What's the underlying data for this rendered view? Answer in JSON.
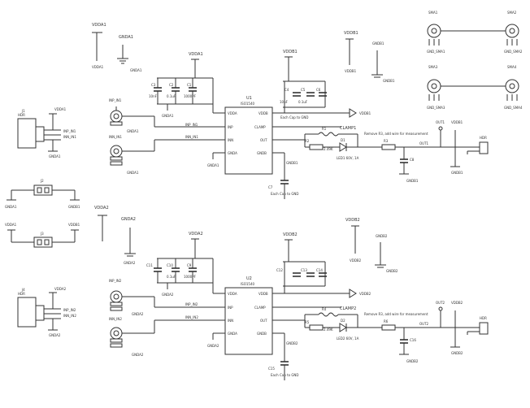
{
  "top": {
    "power": {
      "vdda1": "VDDA1",
      "gnda1": "GNDA1",
      "vddb1": "VDDB1",
      "gndb1": "GNDB1"
    },
    "ic": {
      "ref": "U1",
      "part": "ISO1540",
      "pins": [
        "VDDA",
        "INP",
        "INN",
        "GNDA",
        "VDDB",
        "CLAMP",
        "OUT",
        "GNDB"
      ]
    },
    "caps": {
      "c3": "C3",
      "c3v": "10nF",
      "c2": "C2",
      "c2v": "0.1uF",
      "c1": "C1",
      "c1v": "1000PF",
      "c4": "C4",
      "c5": "C5",
      "c6": "C6",
      "c6v": "10uF",
      "c7": "C7",
      "c8": "C8",
      "c8v": "0.1uF"
    },
    "resistors": {
      "r1": "R1",
      "r1v": "2.49K",
      "r2": "R2",
      "r3": "R3"
    },
    "diode": {
      "ref": "D1",
      "val": "LED1 60V, 1A"
    },
    "nets": {
      "inp": "INP_IN1",
      "inn": "INN_IN1",
      "diff_p": "INP_IN1",
      "diff_n": "INN_IN1",
      "clamp": "CLAMP1",
      "out": "OUT1"
    },
    "notes": {
      "note1": "Remove R3, add wire for measurement",
      "note2": "Each Cap to GND"
    },
    "header": {
      "ref": "J1",
      "label": "HDR"
    },
    "testpoints": {
      "tp1": "OUT1",
      "tp2": "VDDB1"
    }
  },
  "bottom": {
    "power": {
      "vdda2": "VDDA2",
      "gnda2": "GNDA2",
      "vddb2": "VDDB2",
      "gndb2": "GNDB2"
    },
    "ic": {
      "ref": "U2",
      "part": "ISO1540",
      "pins": [
        "VDDA",
        "INP",
        "INN",
        "GNDA",
        "VDDB",
        "CLAMP",
        "OUT",
        "GNDB"
      ]
    },
    "caps": {
      "c11": "C11",
      "c10": "C10",
      "c10v": "0.1uF",
      "c9": "C9",
      "c9v": "1000PF",
      "c12": "C12",
      "c13": "C13",
      "c14": "C14",
      "c15": "C15",
      "c16": "C16"
    },
    "resistors": {
      "r4": "R4",
      "r4v": "2.49K",
      "r5": "R5",
      "r6": "R6"
    },
    "diode": {
      "ref": "D2",
      "val": "LED2 60V, 1A"
    },
    "nets": {
      "inp": "INP_IN2",
      "inn": "INN_IN2",
      "diff_p": "INP_IN2",
      "diff_n": "INN_IN2",
      "clamp": "CLAMP2",
      "out": "OUT2"
    },
    "header": {
      "ref": "J4",
      "label": "HDR"
    },
    "testpoints": {
      "tp1": "OUT2",
      "tp2": "VDDB2"
    }
  },
  "connectors": {
    "sma1": "SMA1",
    "sma2": "SMA2",
    "sma3": "SMA3",
    "sma4": "SMA4",
    "gnd_sma1": "GND_SMA1",
    "gnd_sma2": "GND_SMA2",
    "gnd_sma3": "GND_SMA3",
    "gnd_sma4": "GND_SMA4",
    "j2": "J2",
    "j3": "J3",
    "j2_gnda": "GNDA1",
    "j2_gndb": "GNDB1",
    "j3_vdda": "VDDA1",
    "j3_vddb": "VDDB1"
  }
}
